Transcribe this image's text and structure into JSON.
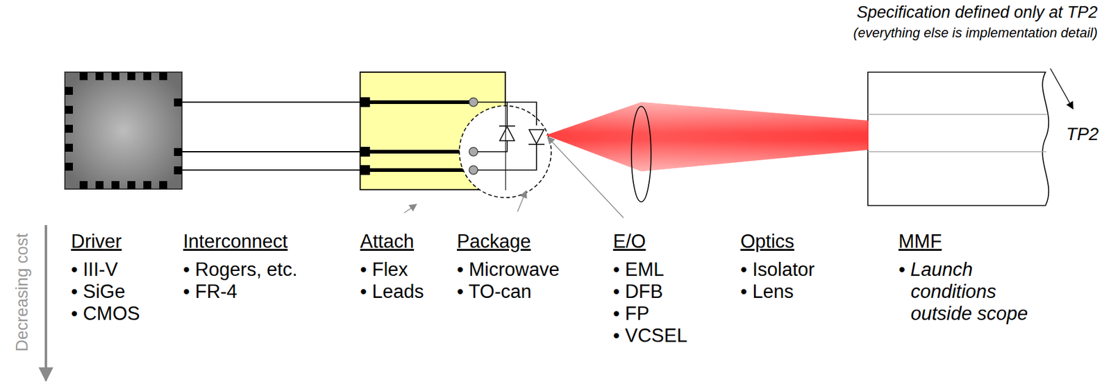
{
  "diagram": {
    "labels": [
      "Specification defined only at TP2",
      "(everything else is implementation detail)",
      "TP2",
      "Decreasing cost",
      "Driver",
      "• III-V",
      "• SiGe",
      "• CMOS",
      "Interconnect",
      "• Rogers, etc.",
      "• FR-4",
      "Attach",
      "• Flex",
      "• Leads",
      "Package",
      "• Microwave",
      "• TO-can",
      "E/O",
      "• EML",
      "• DFB",
      "• FP",
      "• VCSEL",
      "Optics",
      "• Isolator",
      "• Lens",
      "MMF",
      "• Launch conditions outside scope"
    ]
  }
}
